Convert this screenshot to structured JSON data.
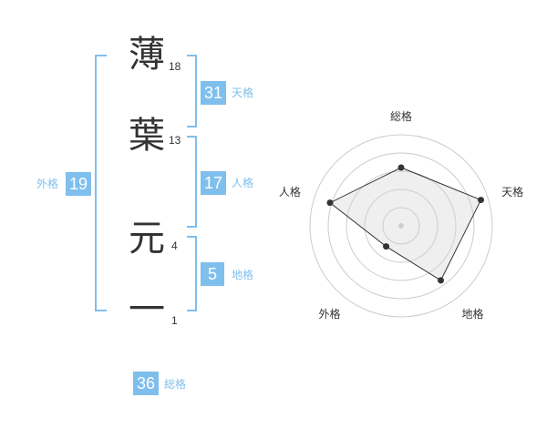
{
  "name": {
    "chars": [
      {
        "char": "薄",
        "strokes": "18"
      },
      {
        "char": "葉",
        "strokes": "13"
      },
      {
        "char": "元",
        "strokes": "4"
      },
      {
        "char": "一",
        "strokes": "1"
      }
    ]
  },
  "kaku": {
    "tenkaku": {
      "value": "31",
      "label": "天格"
    },
    "jinkaku": {
      "value": "17",
      "label": "人格"
    },
    "chikaku": {
      "value": "5",
      "label": "地格"
    },
    "gaikaku": {
      "value": "19",
      "label": "外格"
    },
    "soukaku": {
      "value": "36",
      "label": "総格"
    }
  },
  "colors": {
    "accent": "#7fbfee",
    "text": "#333333"
  },
  "chart_data": {
    "type": "radar",
    "axes": [
      "総格",
      "天格",
      "地格",
      "外格",
      "人格"
    ],
    "values": [
      0.64,
      0.92,
      0.74,
      0.28,
      0.82
    ],
    "range": [
      0,
      1
    ],
    "rings": 5
  }
}
